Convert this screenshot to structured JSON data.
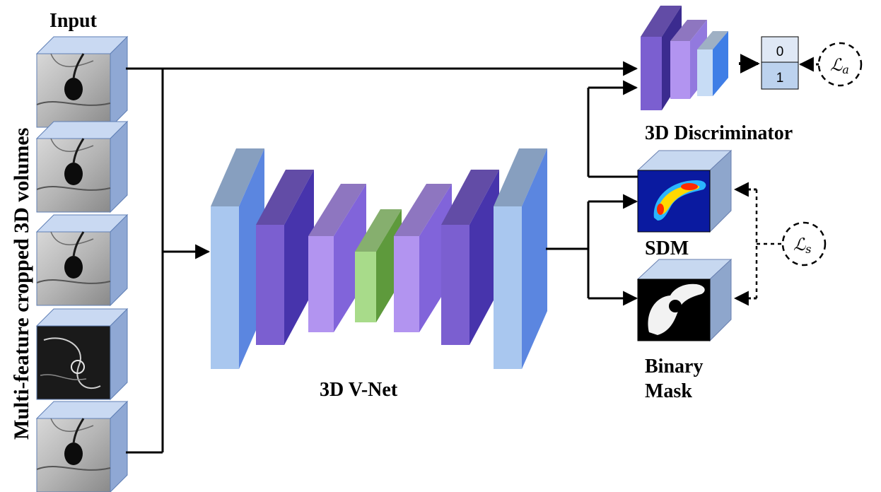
{
  "labels": {
    "input": "Input",
    "side": "Multi-feature cropped 3D volumes",
    "vnet": "3D V-Net",
    "discriminator": "3D Discriminator",
    "sdm": "SDM",
    "binary_line1": "Binary",
    "binary_line2": "Mask"
  },
  "discriminator_output": [
    "0",
    "1"
  ],
  "loss_adv": {
    "symbol": "ℒ",
    "sub": "a"
  },
  "loss_seg": {
    "symbol": "ℒ",
    "sub": "s"
  },
  "colors": {
    "light_blue": "#a9c7ef",
    "blue": "#5b86e0",
    "dark_purple": "#3b2b8f",
    "purple": "#7b5fd0",
    "lavender": "#b294f0",
    "green": "#7cc35c"
  }
}
